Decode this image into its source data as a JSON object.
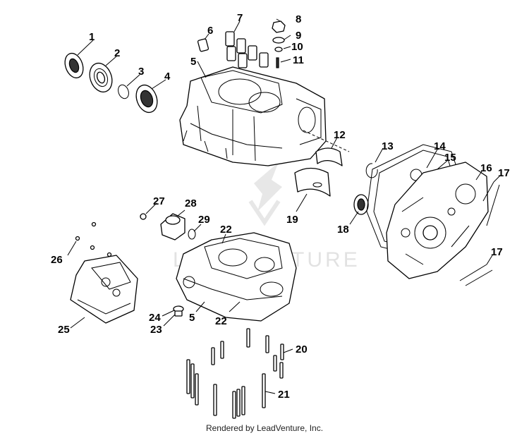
{
  "watermark": {
    "text": "LEADVENTURE"
  },
  "footer": {
    "credit": "Rendered by LeadVenture, Inc."
  },
  "callouts": [
    "1",
    "2",
    "3",
    "4",
    "5",
    "6",
    "7",
    "8",
    "9",
    "10",
    "11",
    "12",
    "13",
    "14",
    "15",
    "16",
    "17",
    "17",
    "18",
    "19",
    "20",
    "21",
    "22",
    "22",
    "23",
    "24",
    "25",
    "26",
    "27",
    "28",
    "29",
    "5"
  ]
}
